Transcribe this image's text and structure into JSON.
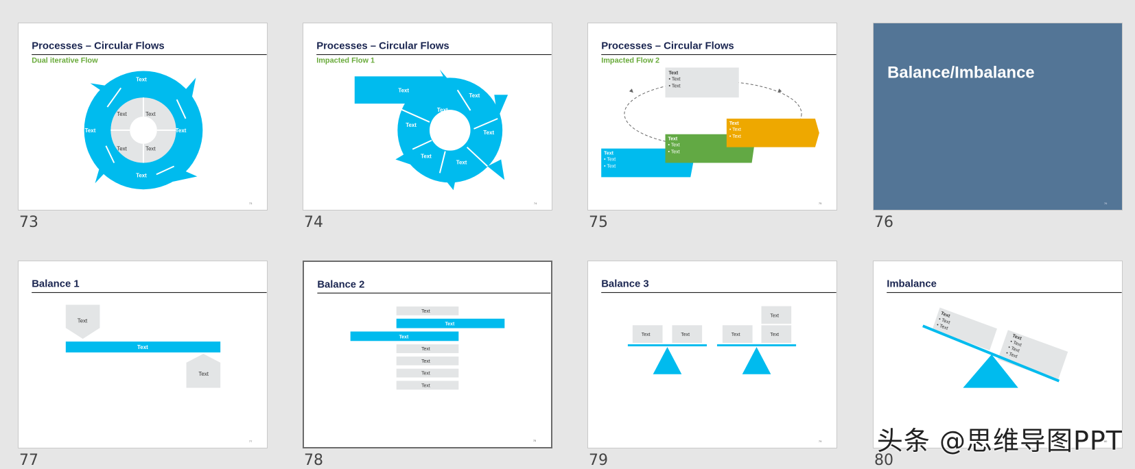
{
  "slides": [
    {
      "number": "73",
      "title": "Processes – Circular Flows",
      "subtitle": "Dual iterative Flow",
      "labels": [
        "Text",
        "Text",
        "Text",
        "Text",
        "Text",
        "Text",
        "Text",
        "Text"
      ],
      "page": "73"
    },
    {
      "number": "74",
      "title": "Processes – Circular Flows",
      "subtitle": "Impacted Flow 1",
      "labels": [
        "Text",
        "Text",
        "Text",
        "Text",
        "Text",
        "Text",
        "Text"
      ],
      "page": "74"
    },
    {
      "number": "75",
      "title": "Processes – Circular Flows",
      "subtitle": "Impacted Flow 2",
      "box_heading": "Text",
      "bullet": "Text",
      "page": "75"
    },
    {
      "number": "76",
      "title": "Balance/Imbalance",
      "page": "76"
    },
    {
      "number": "77",
      "title": "Balance 1",
      "labels": [
        "Text",
        "Text",
        "Text"
      ],
      "page": "77"
    },
    {
      "number": "78",
      "title": "Balance 2",
      "labels": [
        "Text",
        "Text",
        "Text",
        "Text",
        "Text",
        "Text",
        "Text"
      ],
      "page": "78"
    },
    {
      "number": "79",
      "title": "Balance 3",
      "labels": [
        "Text",
        "Text",
        "Text",
        "Text",
        "Text"
      ],
      "page": "79"
    },
    {
      "number": "80",
      "title": "Imbalance",
      "box_heading": "Text",
      "bullet": "Text",
      "page": "80"
    }
  ],
  "watermark": "头条 @思维导图PPT",
  "colors": {
    "accent": "#00bbee",
    "gray": "#e3e5e6",
    "green": "#62a944",
    "orange": "#eea800",
    "title_bg": "#537596",
    "title_text": "#1a2550",
    "subtitle": "#6aab3c"
  }
}
